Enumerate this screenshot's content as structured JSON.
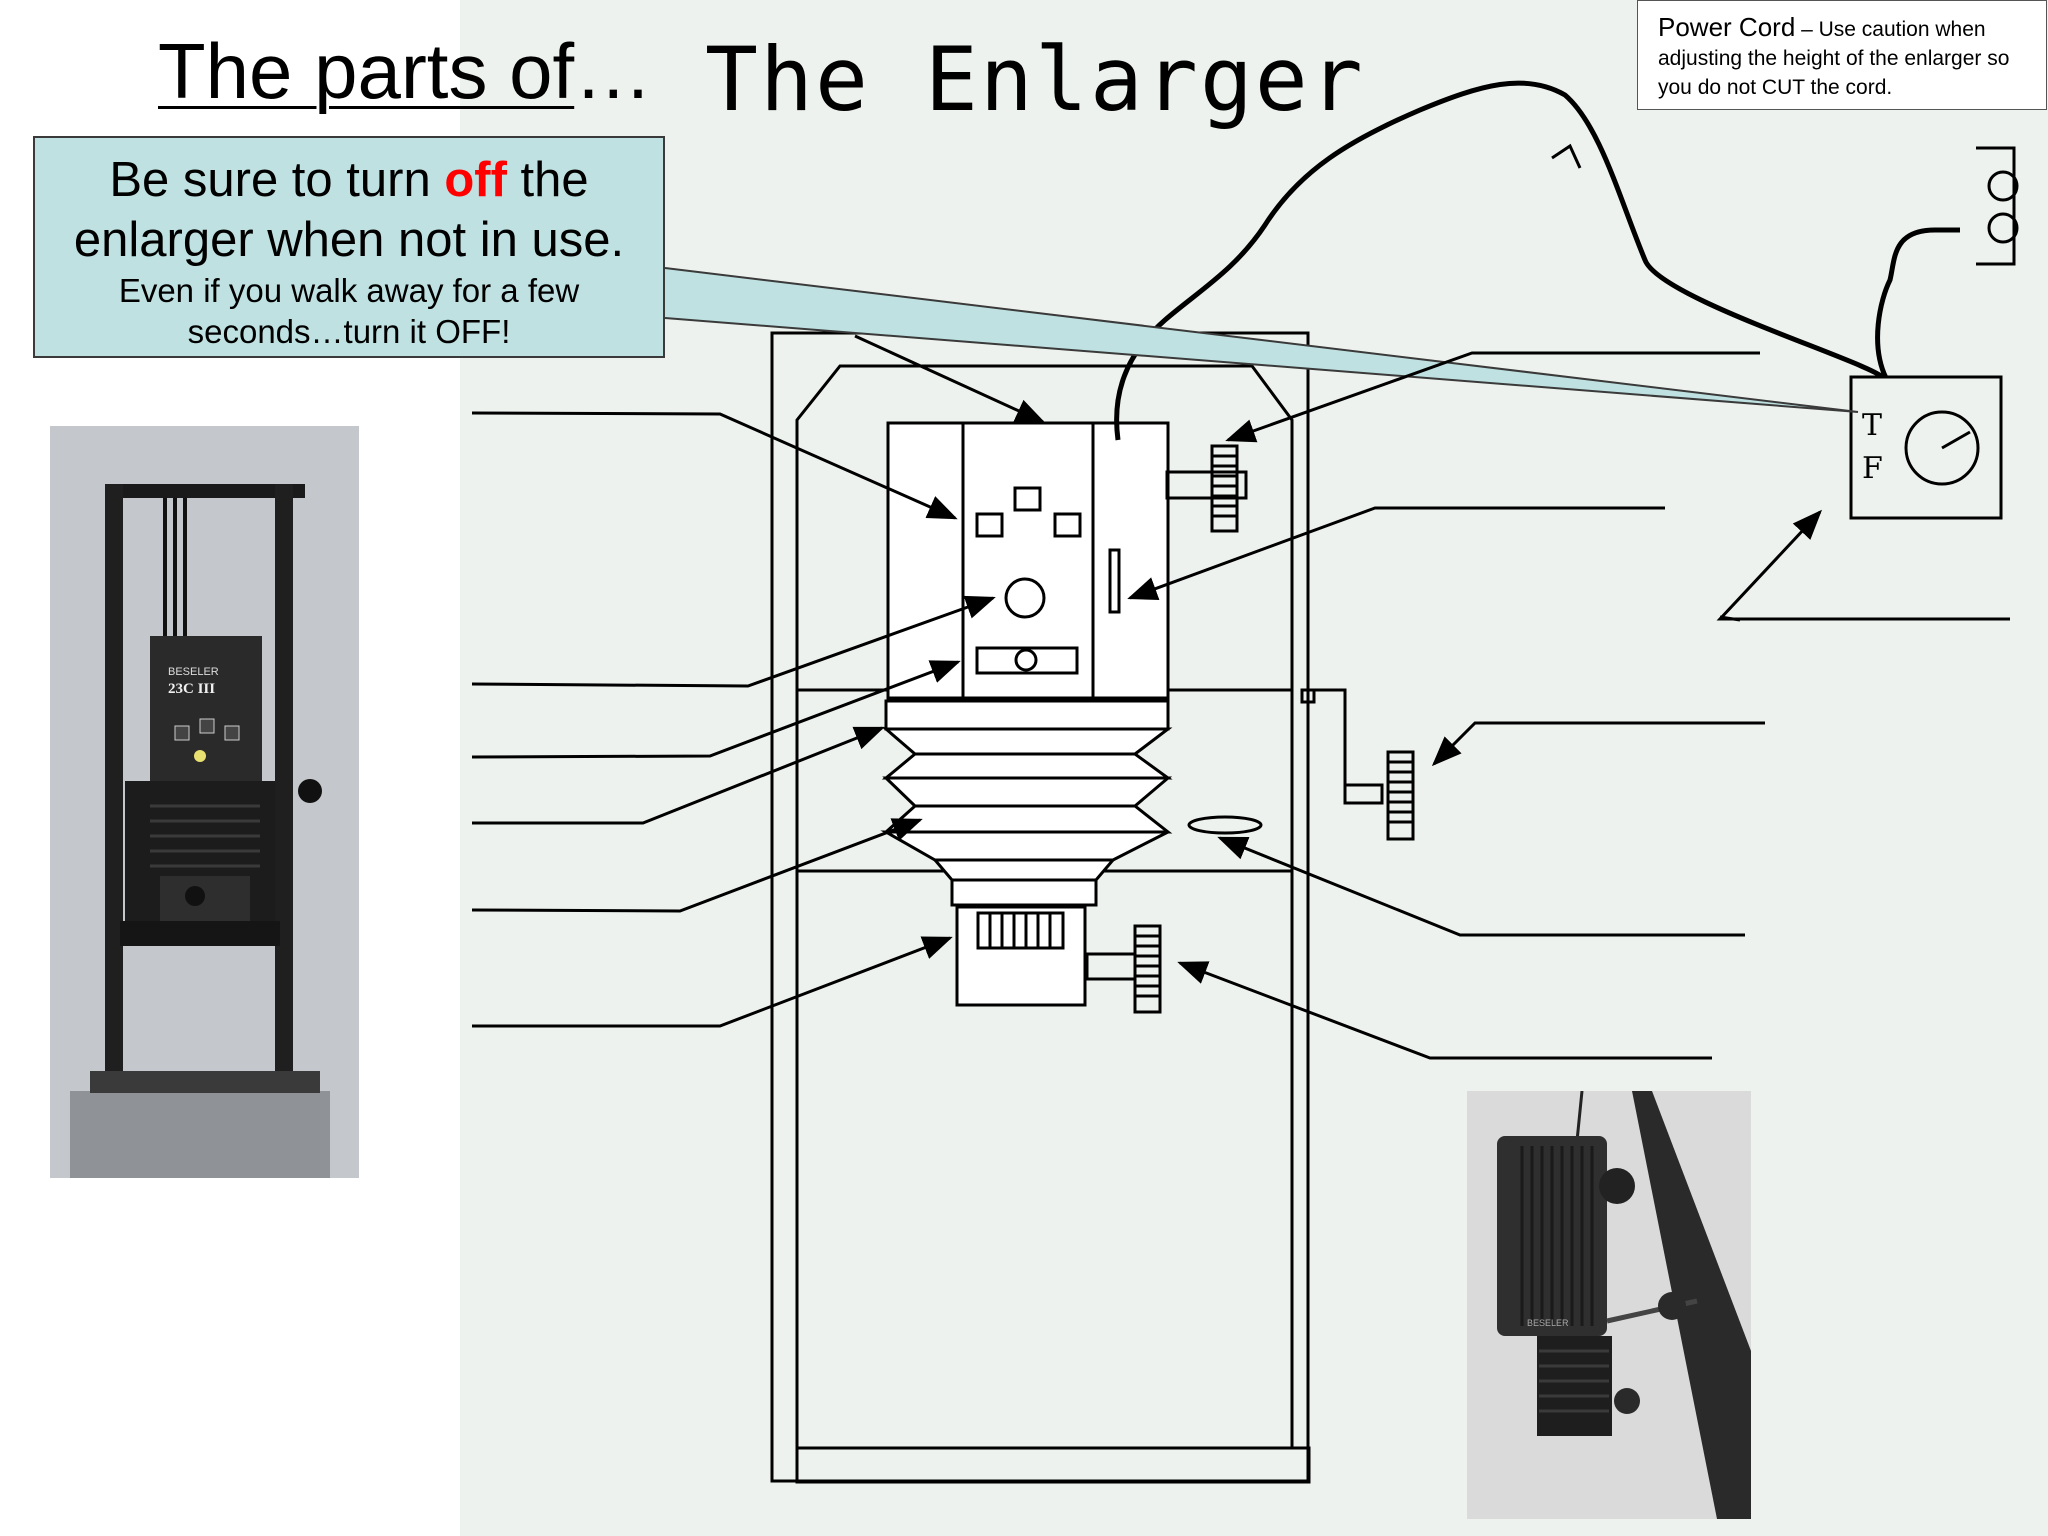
{
  "title": {
    "underlined": "The parts of",
    "ellipsis": "…",
    "main": "The Enlarger"
  },
  "callout": {
    "line1_before": "Be sure to turn ",
    "line1_emph": "off",
    "line1_after": " the",
    "line2": "enlarger when not in use.",
    "sub1": "Even if you walk away for a few",
    "sub2": "seconds…turn it OFF!"
  },
  "power_note": {
    "heading": "Power Cord",
    "text": " – Use caution when adjusting the height of the enlarger so you do not CUT the cord."
  },
  "timer_labels": [
    "T",
    "F"
  ],
  "photo_left": {
    "brand": "BESELER",
    "model": "23C III"
  },
  "photo_right": {
    "brand": "BESELER"
  },
  "colors": {
    "callout_bg": "#bfe1e1",
    "emphasis": "#ff0000",
    "paper": "#eef2ee",
    "ink": "#000000"
  }
}
